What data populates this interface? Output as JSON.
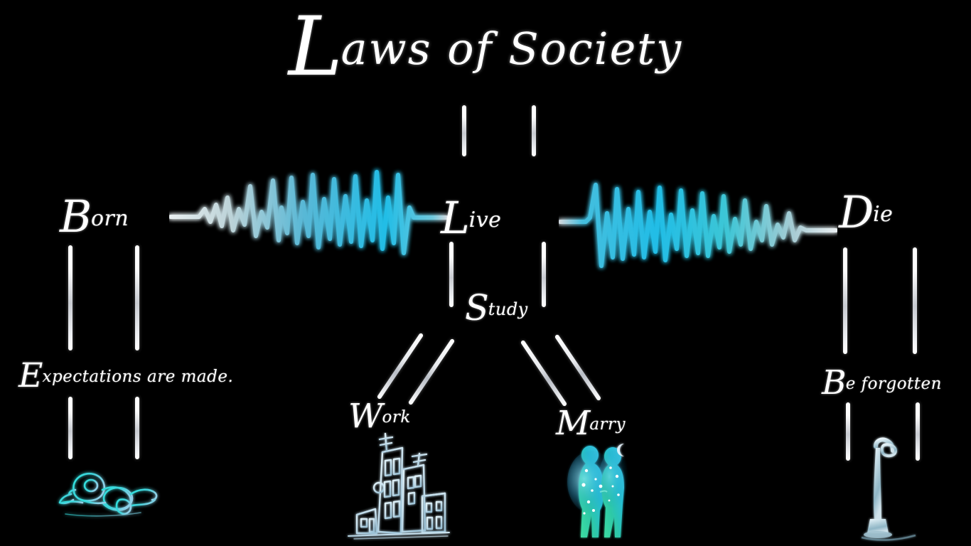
{
  "poster": {
    "background_color": "#000000",
    "title": {
      "cap": "L",
      "rest": "aws of Society",
      "full": "Laws of Society"
    }
  },
  "nodes": {
    "born": {
      "cap": "B",
      "rest": "orn",
      "label": "Born"
    },
    "live": {
      "cap": "L",
      "rest": "ive",
      "label": "Live"
    },
    "die": {
      "cap": "D",
      "rest": "ie",
      "label": "Die"
    },
    "study": {
      "cap": "S",
      "rest": "tudy",
      "label": "Study"
    },
    "work": {
      "cap": "W",
      "rest": "ork",
      "label": "Work"
    },
    "marry": {
      "cap": "M",
      "rest": "arry",
      "label": "Marry"
    },
    "expectations": {
      "cap": "E",
      "rest": "xpectations are made.",
      "label": "Expectations are made."
    },
    "forgotten": {
      "cap": "B",
      "rest": "e forgotten",
      "label": "Be forgotten"
    }
  },
  "icons": {
    "baby": "crawling-baby-icon",
    "buildings": "city-buildings-icon",
    "couple": "couple-walking-icon",
    "lamppost": "street-lamp-icon",
    "waveform_left": "heartbeat-waveform-rising",
    "waveform_right": "heartbeat-waveform-falling"
  },
  "colors": {
    "background": "#000000",
    "text": "#ffffff",
    "connector": "#e9ebee",
    "waveform_cyan": "#29c3e8",
    "waveform_pale": "#bfd8dc",
    "couple_green": "#35c98f",
    "couple_cyan": "#2fb6d8",
    "baby_teal": "#2fd4d8",
    "building_blue": "#cfe6f2",
    "lamp_blue": "#bcd6e0"
  },
  "chart_data": {
    "type": "line",
    "title": "Laws of Society",
    "series": [
      {
        "name": "heartbeat-waveform-rising",
        "description": "Flat line growing into high-amplitude heartbeat oscillation, left to right",
        "values": [
          0,
          0,
          0,
          0,
          0.14,
          -0.1,
          0.22,
          -0.16,
          0.34,
          -0.24,
          0.52,
          -0.34,
          0.3,
          -0.44,
          0.68,
          -0.4,
          0.42,
          -0.62,
          0.78,
          -0.5,
          0.62,
          -0.74,
          0.86,
          -0.58,
          0.7,
          -0.8,
          0.92,
          -0.66,
          0.74,
          -0.86,
          0.96,
          -0.72,
          0.8,
          -0.9,
          1.0,
          -0.95,
          0.05,
          0,
          0
        ]
      },
      {
        "name": "heartbeat-waveform-falling",
        "description": "High-amplitude heartbeat oscillation decaying into a flat line, left to right",
        "values": [
          0,
          0,
          0.05,
          -0.95,
          1.0,
          -0.9,
          0.8,
          -0.72,
          0.96,
          -0.86,
          0.74,
          -0.66,
          0.92,
          -0.8,
          0.7,
          -0.58,
          0.86,
          -0.74,
          0.62,
          -0.5,
          0.78,
          -0.62,
          0.42,
          -0.4,
          0.68,
          -0.44,
          0.3,
          -0.34,
          0.52,
          -0.24,
          0.34,
          -0.16,
          0.22,
          -0.1,
          0.14,
          0,
          0,
          0,
          0
        ]
      }
    ],
    "xlabel": "",
    "ylabel": "",
    "ylim": [
      -1,
      1
    ],
    "grid": false,
    "legend": "none"
  }
}
